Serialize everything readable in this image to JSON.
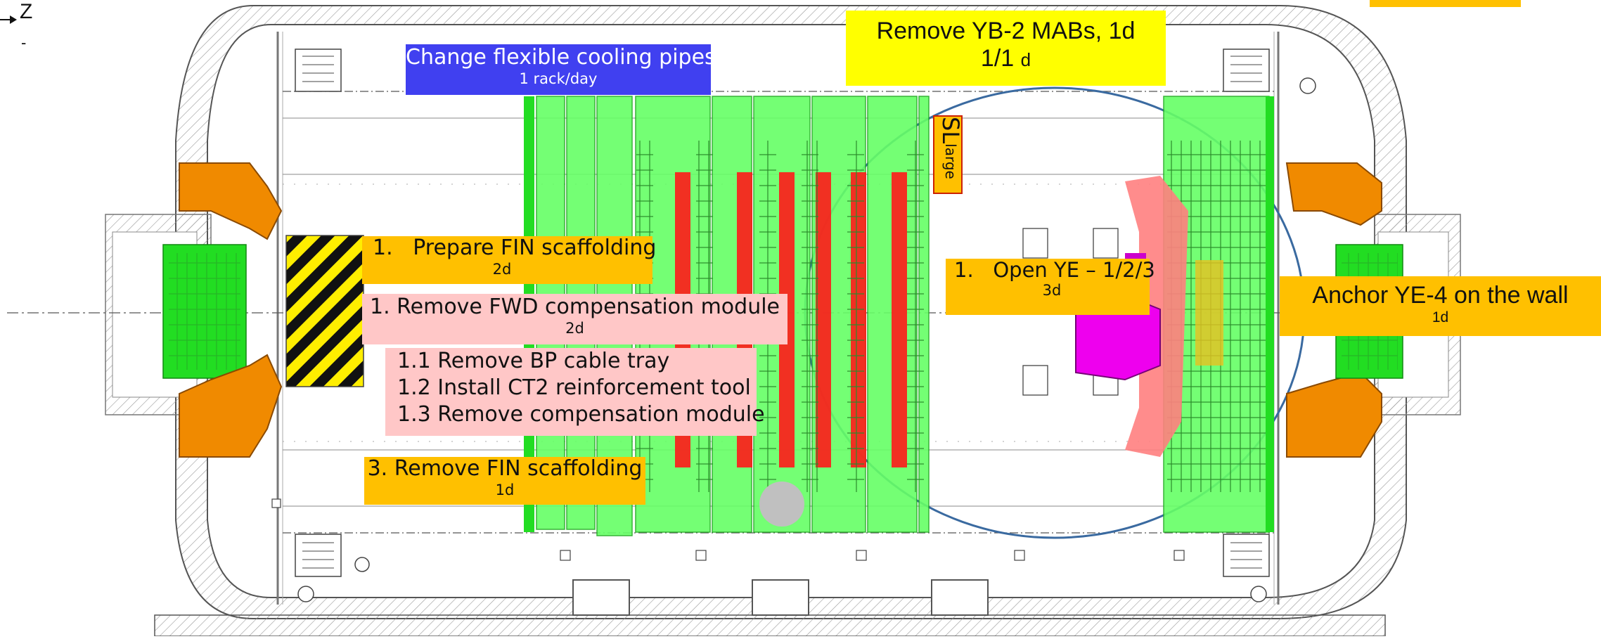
{
  "axis": {
    "label": "Z",
    "minus": "-"
  },
  "labels": {
    "cooling": {
      "title": "Change flexible cooling pipes",
      "sub": "1 rack/day"
    },
    "mabs": {
      "title": "Remove YB-2 MABs, 1d",
      "sub_main": "1/1",
      "sub_unit": "d"
    },
    "sl": {
      "main": "SL",
      "sub": "large"
    },
    "prepare_fin": {
      "num": "1.",
      "title": "Prepare FIN scaffolding",
      "sub": "2d"
    },
    "remove_fwd": {
      "title": "1. Remove FWD compensation module",
      "sub": "2d"
    },
    "steps": [
      "1.1 Remove BP cable tray",
      "1.2 Install CT2 reinforcement tool",
      "1.3 Remove compensation module"
    ],
    "remove_fin": {
      "title": "3. Remove FIN scaffolding",
      "sub": "1d"
    },
    "open_ye": {
      "num": "1.",
      "title": "Open YE – 1/2/3",
      "sub": "3d"
    },
    "anchor": {
      "title": "Anchor YE-4 on the wall",
      "sub": "1d"
    }
  },
  "colors": {
    "structure_green": "#66ff66",
    "bright_green": "#22dd22",
    "coil_red": "#ff1a1a",
    "orange_part": "#f08a00",
    "magenta_part": "#ee00ee",
    "blue_ring": "#3a6aa0",
    "label_orange": "#ffc000",
    "label_pink": "#ffc7c7",
    "label_yellow": "#ffff00",
    "label_blue": "#4040f0"
  }
}
